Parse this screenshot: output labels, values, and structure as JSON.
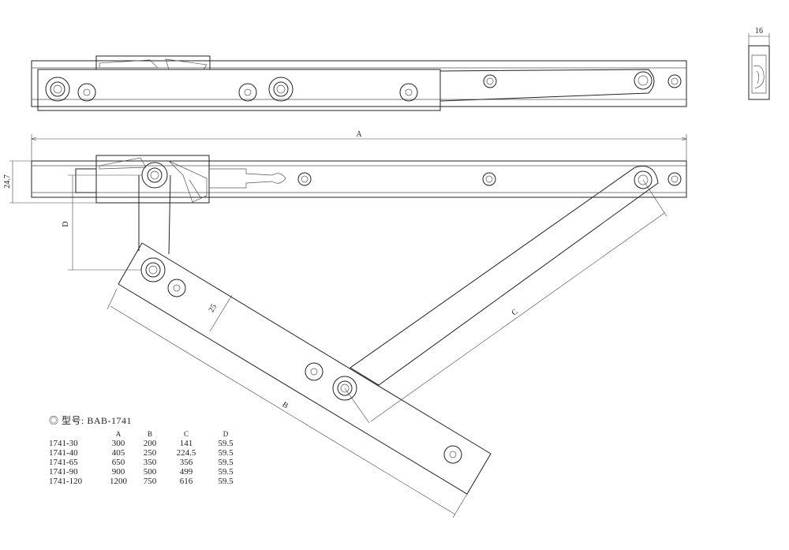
{
  "dimensions": {
    "overall_length": "A",
    "arm_length": "B",
    "link_length": "C",
    "offset": "D",
    "height": "24.7",
    "width": "25",
    "profile_width": "16"
  },
  "spec": {
    "title_symbol": "◎",
    "title_label": "型号:",
    "model": "BAB-1741",
    "headers": [
      "",
      "A",
      "B",
      "C",
      "D"
    ],
    "rows": [
      [
        "1741-30",
        "300",
        "200",
        "141",
        "59.5"
      ],
      [
        "1741-40",
        "405",
        "250",
        "224.5",
        "59.5"
      ],
      [
        "1741-65",
        "650",
        "350",
        "356",
        "59.5"
      ],
      [
        "1741-90",
        "900",
        "500",
        "499",
        "59.5"
      ],
      [
        "1741-120",
        "1200",
        "750",
        "616",
        "59.5"
      ]
    ]
  }
}
